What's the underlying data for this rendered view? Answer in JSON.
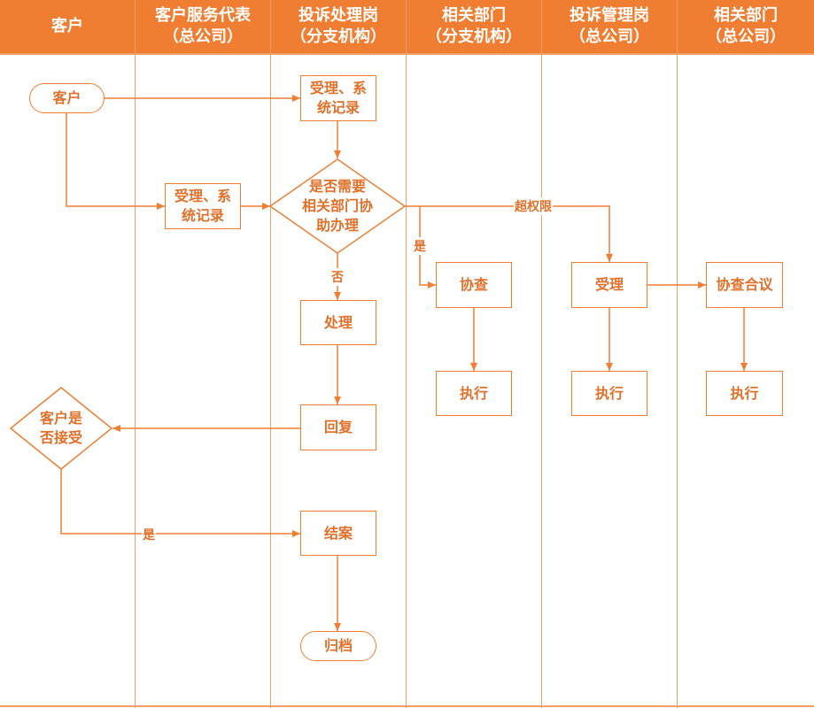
{
  "lanes": [
    {
      "line1": "客户",
      "line2": ""
    },
    {
      "line1": "客户服务代表",
      "line2": "（总公司）"
    },
    {
      "line1": "投诉处理岗",
      "line2": "（分支机构）"
    },
    {
      "line1": "相关部门",
      "line2": "（分支机构）"
    },
    {
      "line1": "投诉管理岗",
      "line2": "（总公司）"
    },
    {
      "line1": "相关部门",
      "line2": "（总公司）"
    }
  ],
  "nodes": {
    "customer_start": "客户",
    "record_branch": [
      "受理、系",
      "统记录"
    ],
    "record_hq": [
      "受理、系",
      "统记录"
    ],
    "need_assist": [
      "是否需要",
      "相关部门协",
      "助办理"
    ],
    "process": "处理",
    "reply": "回复",
    "customer_accept": [
      "客户是",
      "否接受"
    ],
    "close_case": "结案",
    "archive": "归档",
    "investigate": "协查",
    "exec_branch_dept": "执行",
    "accept_mgmt": "受理",
    "exec_mgmt": "执行",
    "joint_review": "协查合议",
    "exec_hq_dept": "执行"
  },
  "edge_labels": {
    "over_limit": "超权限",
    "yes_assist": "是",
    "no_assist": "否",
    "yes_accept": "是"
  },
  "colors": {
    "header_bg": "#ef7e33",
    "line": "#ef7e33",
    "text": "#e0702a"
  }
}
